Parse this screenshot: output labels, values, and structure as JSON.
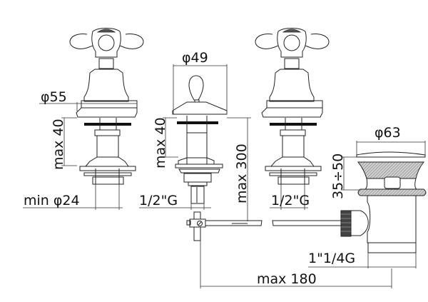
{
  "drawing": {
    "subject": "Three-hole basin mixer with cross handles and pop-up waste",
    "colors": {
      "line": "#222222",
      "background": "#ffffff",
      "hatch": "#888888"
    },
    "dimensions": {
      "handle_base_diameter": "φ55",
      "spout_base_diameter": "φ49",
      "waste_diameter": "φ63",
      "tap_max_deck_thickness": "max 40",
      "spout_max_deck_thickness": "max 40",
      "min_hole_diameter": "min φ24",
      "left_connection": "1/2\"G",
      "right_connection": "1/2\"G",
      "max_height_rod": "max 300",
      "waste_range": "35÷50",
      "waste_connection": "1\"1/4G",
      "max_rod_length": "max 180"
    }
  }
}
